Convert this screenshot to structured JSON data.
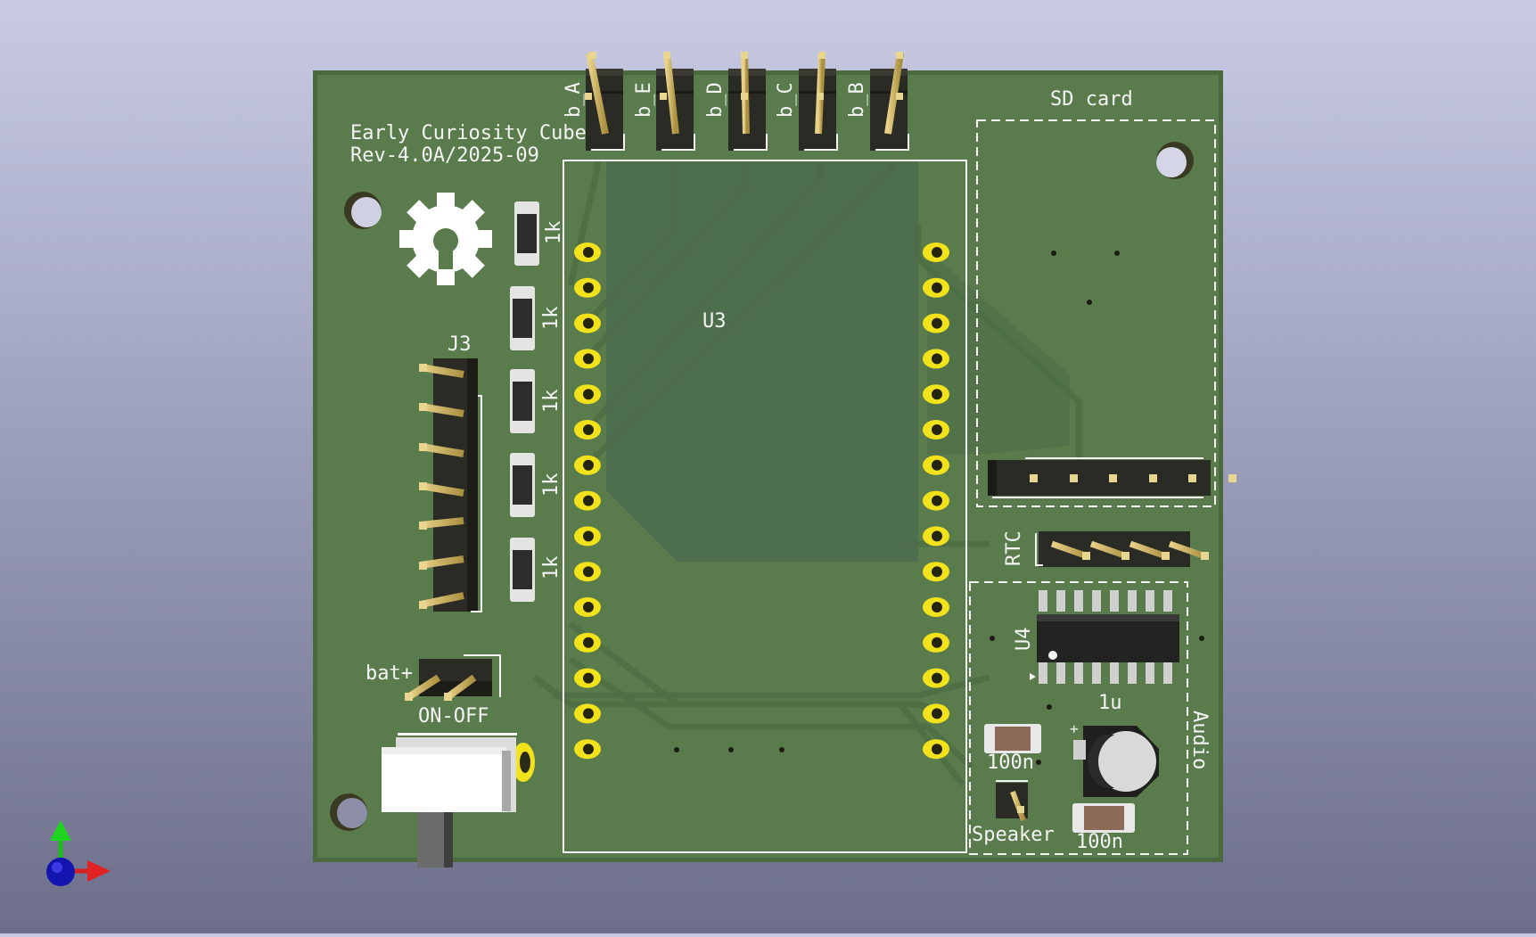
{
  "viewer": {
    "name": "3D Viewer"
  },
  "board": {
    "title_line1": "Early Curiosity Cube",
    "title_line2": "Rev-4.0A/2025-09",
    "colors": {
      "bg_top": "#c9cbe3",
      "bg_bottom": "#6c6e8a",
      "pcb": "#5a7c4d",
      "pcb_edge": "#4a6a3e",
      "silk": "#f4f4f4",
      "pad": "#f2e21c"
    }
  },
  "headers_top": [
    "b_A",
    "b_E",
    "b_D",
    "b_C",
    "b_B"
  ],
  "labels": {
    "sd_card": "SD card",
    "u3": "U3",
    "j3": "J3",
    "bat": "bat+",
    "on_off": "ON-OFF",
    "rtc": "RTC",
    "u4": "U4",
    "audio": "Audio",
    "speaker": "Speaker",
    "cap_1u": "1u",
    "cap_100n_a": "100n",
    "cap_100n_b": "100n"
  },
  "resistors": [
    "1k",
    "1k",
    "1k",
    "1k",
    "1k"
  ],
  "icons": {
    "logo": "gear-logo-icon",
    "axes": "axis-triad-icon"
  }
}
